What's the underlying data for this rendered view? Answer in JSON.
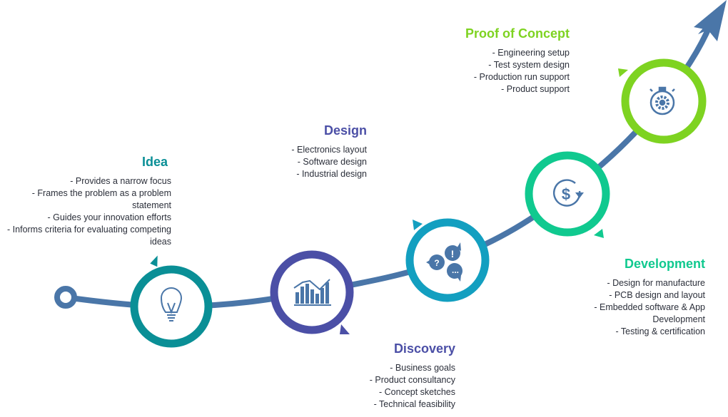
{
  "colors": {
    "path": "#4a76a8",
    "idea": "#0a8f96",
    "design": "#4b4fa6",
    "discovery": "#139fc0",
    "development": "#10c98f",
    "proof": "#7ed321",
    "icon": "#4a76a8"
  },
  "stages": {
    "idea": {
      "title": "Idea",
      "icon": "lightbulb-icon",
      "items": [
        "- Provides a narrow focus",
        "- Frames the problem as a problem\nstatement",
        "- Guides your innovation efforts",
        "- Informs criteria for evaluating competing\nideas"
      ]
    },
    "design": {
      "title": "Design",
      "icon": "bar-chart-icon",
      "items": [
        "- Electronics layout",
        "- Software design",
        "- Industrial design"
      ]
    },
    "discovery": {
      "title": "Discovery",
      "icon": "speech-bubbles-icon",
      "items": [
        "- Business goals",
        "- Product consultancy",
        "- Concept sketches",
        "- Technical feasibility"
      ]
    },
    "development": {
      "title": "Development",
      "icon": "dollar-cycle-icon",
      "items": [
        "- Design for manufacture",
        "- PCB design and layout",
        "- Embedded software & App\nDevelopment",
        "- Testing & certification"
      ]
    },
    "proof": {
      "title": "Proof of Concept",
      "icon": "stopwatch-gear-icon",
      "items": [
        "- Engineering setup",
        "- Test system design",
        "- Production run support",
        "- Product support"
      ]
    }
  }
}
